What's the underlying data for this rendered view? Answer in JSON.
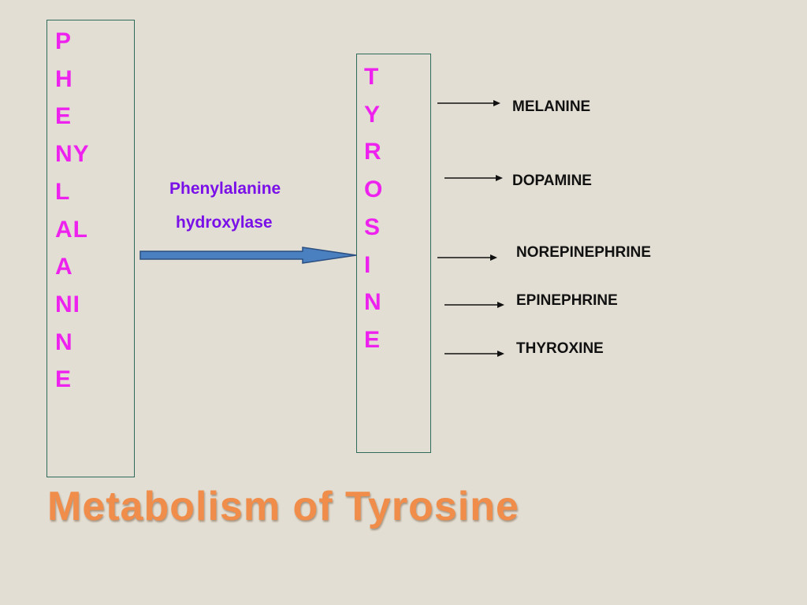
{
  "phenylalanine_letters": [
    "P",
    "H",
    "E",
    "NY",
    "L",
    "AL",
    "A",
    "NI",
    "N",
    "E"
  ],
  "tyrosine_letters": [
    "T",
    "Y",
    "R",
    "O",
    "S",
    "I",
    "N",
    "E"
  ],
  "enzyme": {
    "line1": "Phenylalanine",
    "line2": "hydroxylase"
  },
  "products": [
    "MELANINE",
    "DOPAMINE",
    "NOREPINEPHRINE",
    "EPINEPHRINE",
    "THYROXINE"
  ],
  "title": "Metabolism of Tyrosine",
  "colors": {
    "box_border": "#2e6b5a",
    "vertical_letters": "#ee22ee",
    "enzyme_text": "#7a10e8",
    "main_arrow_fill": "#4a7fc0",
    "title": "#f08d4a",
    "background": "#e3ded3"
  }
}
